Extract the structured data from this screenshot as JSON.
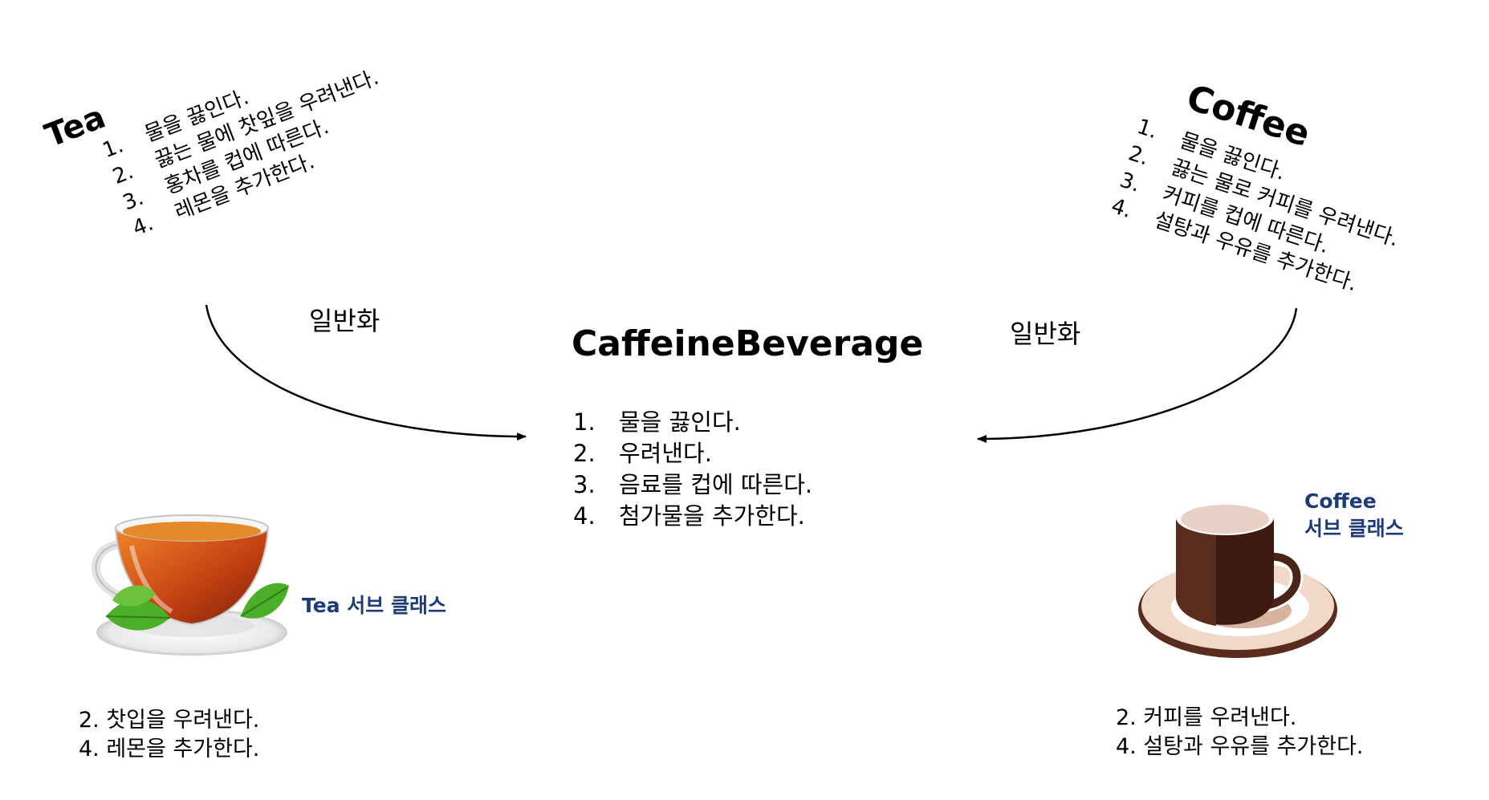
{
  "tea": {
    "title": "Tea",
    "steps": [
      {
        "num": "1.",
        "text": "물을 끓인다."
      },
      {
        "num": "2.",
        "text": "끓는 물에 찻잎을 우려낸다."
      },
      {
        "num": "3.",
        "text": "홍차를 컵에 따른다."
      },
      {
        "num": "4.",
        "text": "레몬을 추가한다."
      }
    ]
  },
  "coffee": {
    "title": "Coffee",
    "steps": [
      {
        "num": "1.",
        "text": "물을 끓인다."
      },
      {
        "num": "2.",
        "text": "끓는 물로 커피를 우려낸다."
      },
      {
        "num": "3.",
        "text": "커피를 컵에 따른다."
      },
      {
        "num": "4.",
        "text": "설탕과 우유를 추가한다."
      }
    ]
  },
  "caffeine_beverage": {
    "title": "CaffeineBeverage",
    "steps": [
      {
        "num": "1.",
        "text": "물을 끓인다."
      },
      {
        "num": "2.",
        "text": "우려낸다."
      },
      {
        "num": "3.",
        "text": "음료를 컵에 따른다."
      },
      {
        "num": "4.",
        "text": "첨가물을 추가한다."
      }
    ]
  },
  "generalization": {
    "left_label": "일반화",
    "right_label": "일반화"
  },
  "tea_subclass": {
    "label": "Tea 서브 클래스",
    "overrides": [
      "2. 찻입을 우려낸다.",
      "4. 레몬을 추가한다."
    ]
  },
  "coffee_subclass": {
    "label_line1": "Coffee",
    "label_line2": "서브 클래스",
    "overrides": [
      "2. 커피를 우려낸다.",
      "4. 설탕과 우유를 추가한다."
    ]
  },
  "colors": {
    "subclass_label": "#1f3a78",
    "arrow": "#000000"
  },
  "icons": {
    "tea": "tea-cup-icon",
    "coffee": "coffee-cup-icon"
  }
}
